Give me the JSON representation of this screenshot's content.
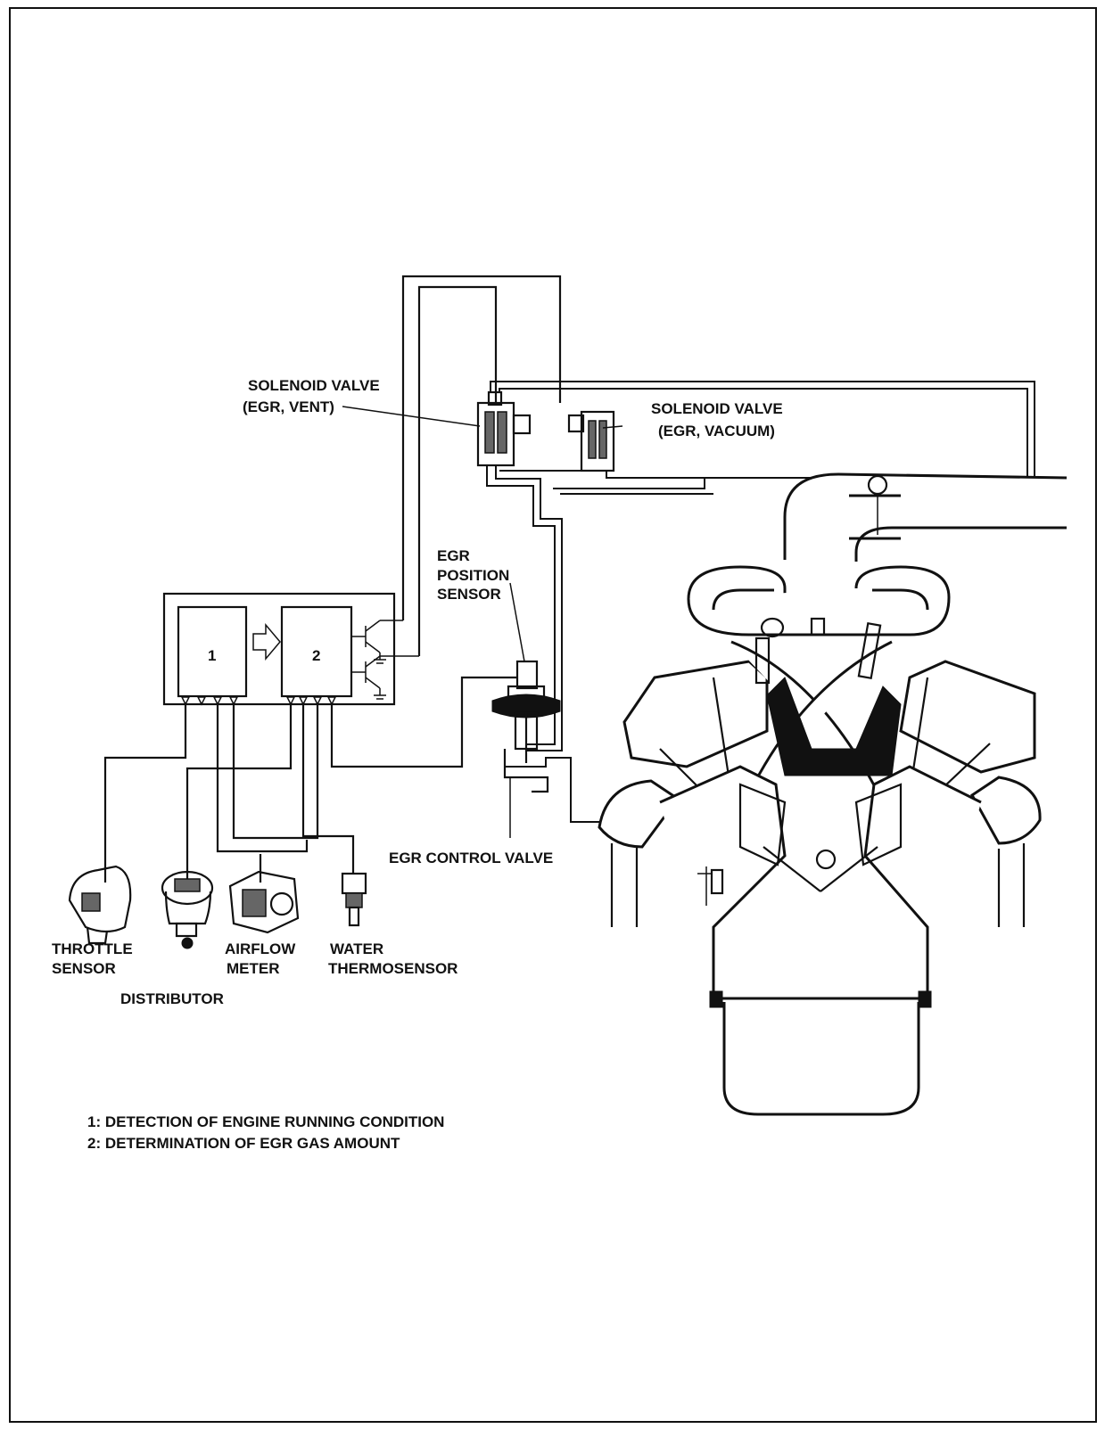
{
  "labels": {
    "solenoid_vent_line1": "SOLENOID VALVE",
    "solenoid_vent_line2": "(EGR, VENT)",
    "solenoid_vacuum_line1": "SOLENOID VALVE",
    "solenoid_vacuum_line2": "(EGR, VACUUM)",
    "egr_position_line1": "EGR",
    "egr_position_line2": "POSITION",
    "egr_position_line3": "SENSOR",
    "egr_control_valve": "EGR CONTROL VALVE",
    "throttle_line1": "THROTTLE",
    "throttle_line2": "SENSOR",
    "distributor": "DISTRIBUTOR",
    "airflow_line1": "AIRFLOW",
    "airflow_line2": "METER",
    "water_line1": "WATER",
    "water_line2": "THERMOSENSOR"
  },
  "control_unit": {
    "block1": "1",
    "block2": "2"
  },
  "legend": [
    "1: DETECTION OF ENGINE RUNNING CONDITION",
    "2: DETERMINATION OF EGR GAS AMOUNT"
  ]
}
